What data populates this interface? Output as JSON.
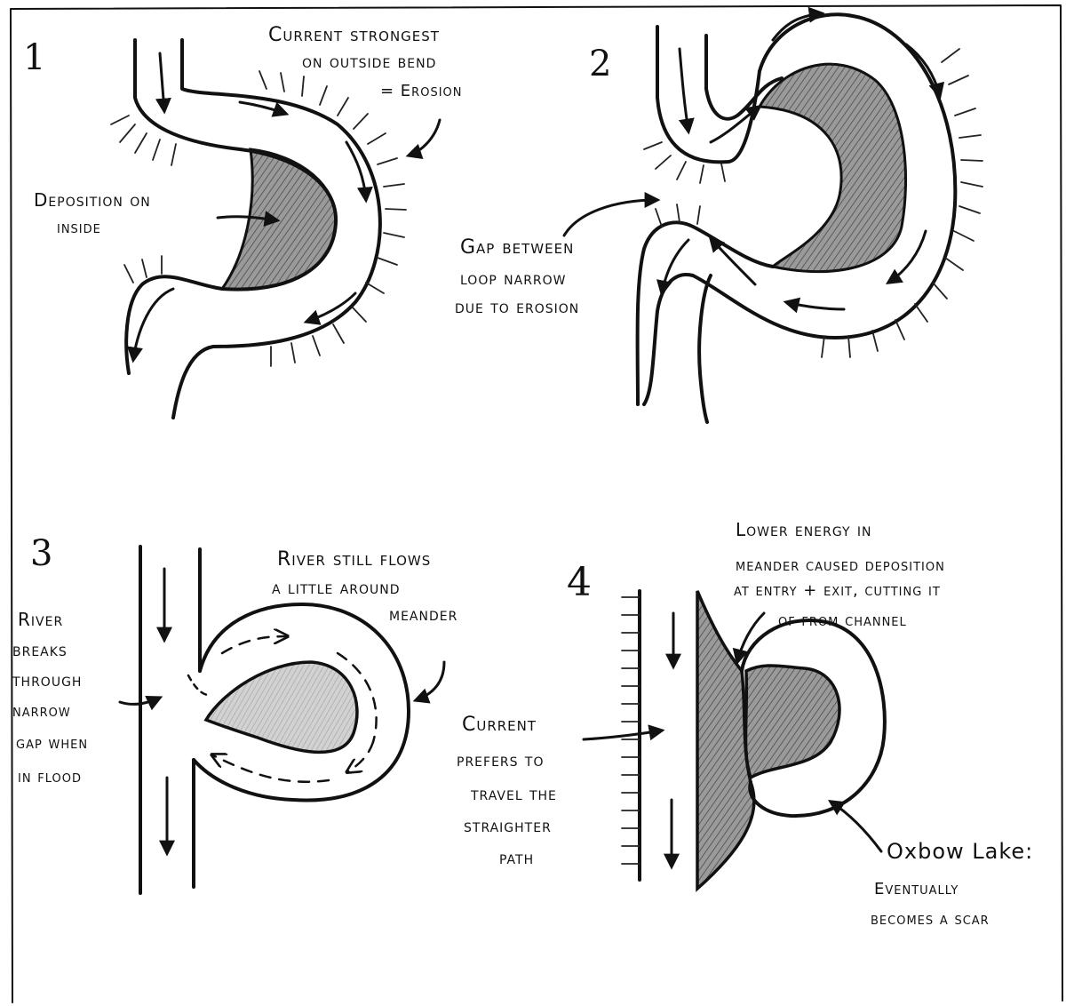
{
  "panels": [
    {
      "number": "1",
      "labels": {
        "current": [
          "Current strongest",
          "on outside bend",
          "= Erosion"
        ],
        "deposition": [
          "Deposition on",
          "inside"
        ]
      }
    },
    {
      "number": "2",
      "labels": {
        "gap": [
          "Gap between",
          "loop narrow",
          "due to erosion"
        ]
      }
    },
    {
      "number": "3",
      "labels": {
        "still_flows": [
          "River still flows",
          "a little around",
          "meander"
        ],
        "breaks": [
          "River",
          "breaks",
          "through",
          "narrow",
          "gap when",
          "in flood"
        ]
      }
    },
    {
      "number": "4",
      "labels": {
        "lower_energy": [
          "Lower energy in",
          "meander caused deposition",
          "at entry + exit, cutting it",
          "of from channel"
        ],
        "current": [
          "Current",
          "prefers to",
          "travel the",
          "straighter",
          "path"
        ],
        "oxbow": [
          "Oxbow Lake:",
          "Eventually",
          "becomes a scar"
        ]
      }
    }
  ],
  "colors": {
    "ink": "#111111",
    "paper": "#ffffff",
    "shade": "#8a8a8a"
  }
}
